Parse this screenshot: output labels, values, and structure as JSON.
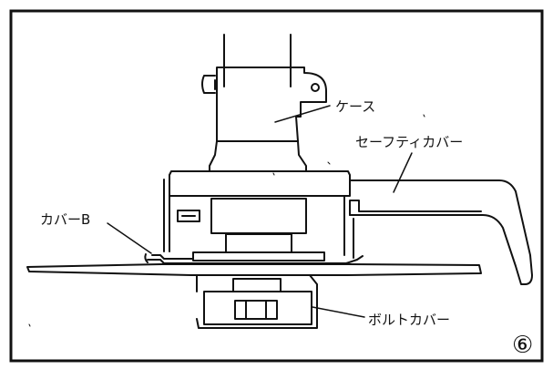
{
  "labels": {
    "case": "ケース",
    "safety_cover": "セーフティカバー",
    "cover_b": "カバーB",
    "bolt_cover": "ボルトカバー",
    "figure_number": "⑥"
  },
  "colors": {
    "line": "#111111",
    "background": "#ffffff"
  }
}
